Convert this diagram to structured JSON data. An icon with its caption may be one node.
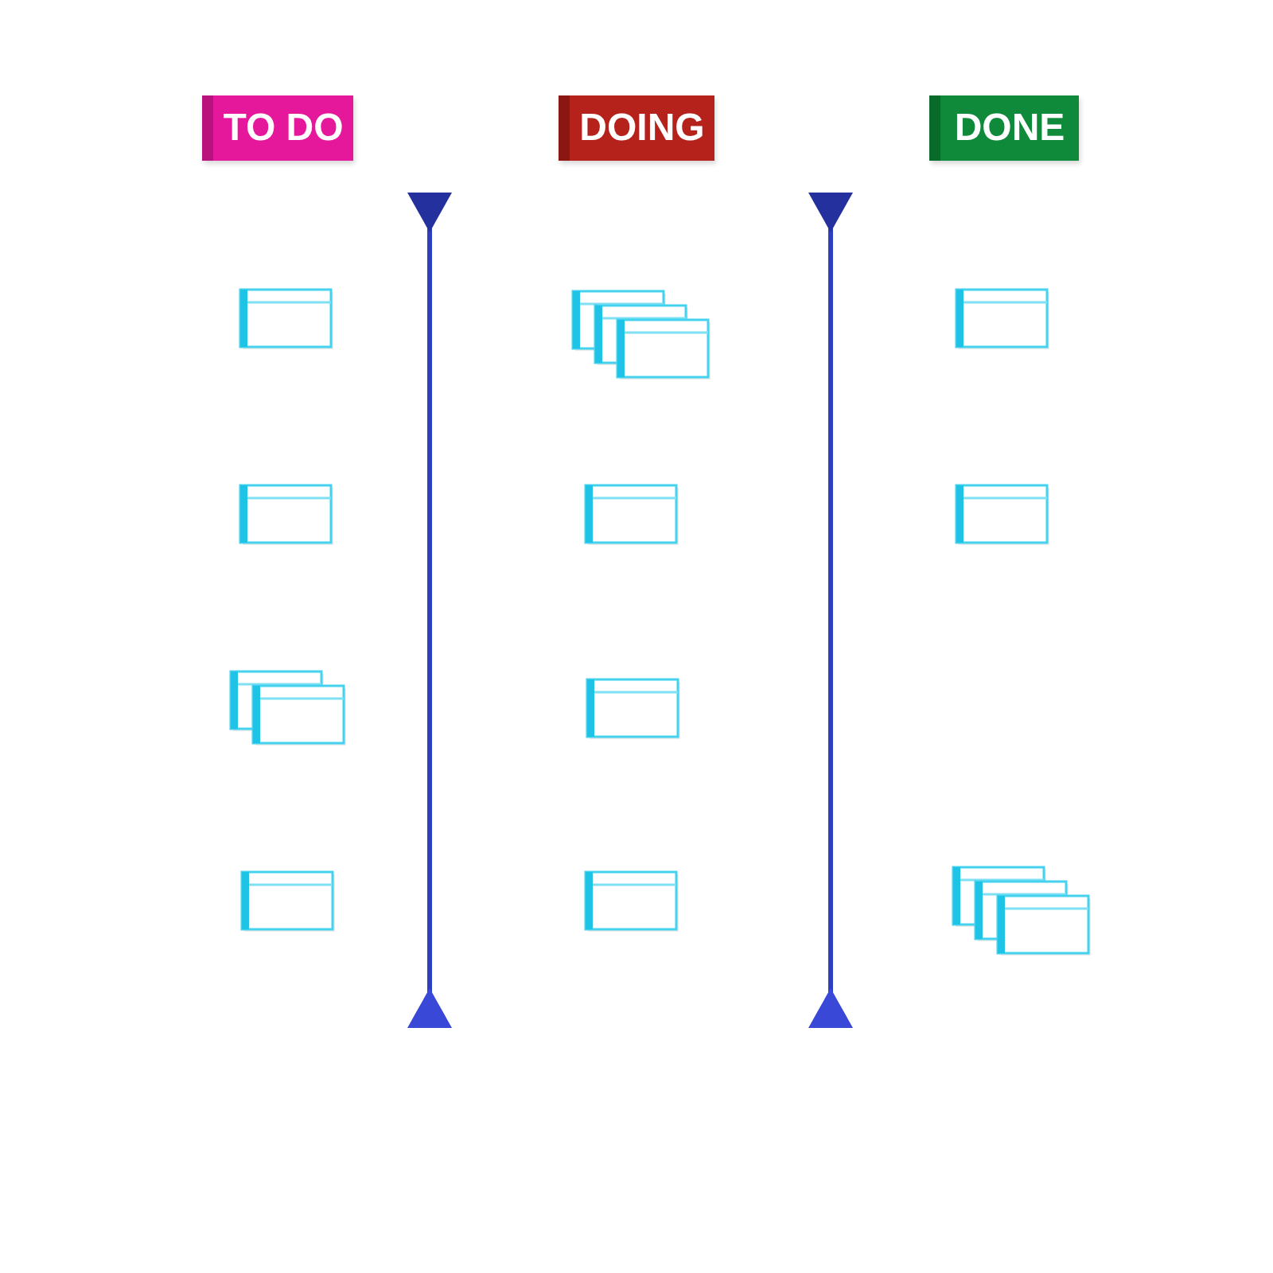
{
  "diagram": {
    "nodes": [
      {
        "text": [
          "TO DO"
        ]
      },
      {
        "text": [
          "DOING"
        ]
      },
      {
        "text": [
          "DONE"
        ]
      },
      {
        "text": [],
        "shape": "box"
      },
      {
        "text": [],
        "shape": "box"
      },
      {
        "text": [],
        "shape": "box"
      },
      {
        "text": [],
        "shape": "box"
      },
      {
        "text": [],
        "shape": "box"
      },
      {
        "text": [],
        "shape": "box"
      },
      {
        "text": [],
        "shape": "box"
      },
      {
        "text": [],
        "shape": "box"
      },
      {
        "text": [],
        "shape": "box"
      },
      {
        "text": [],
        "shape": "box"
      },
      {
        "text": [],
        "shape": "box"
      }
    ]
  }
}
